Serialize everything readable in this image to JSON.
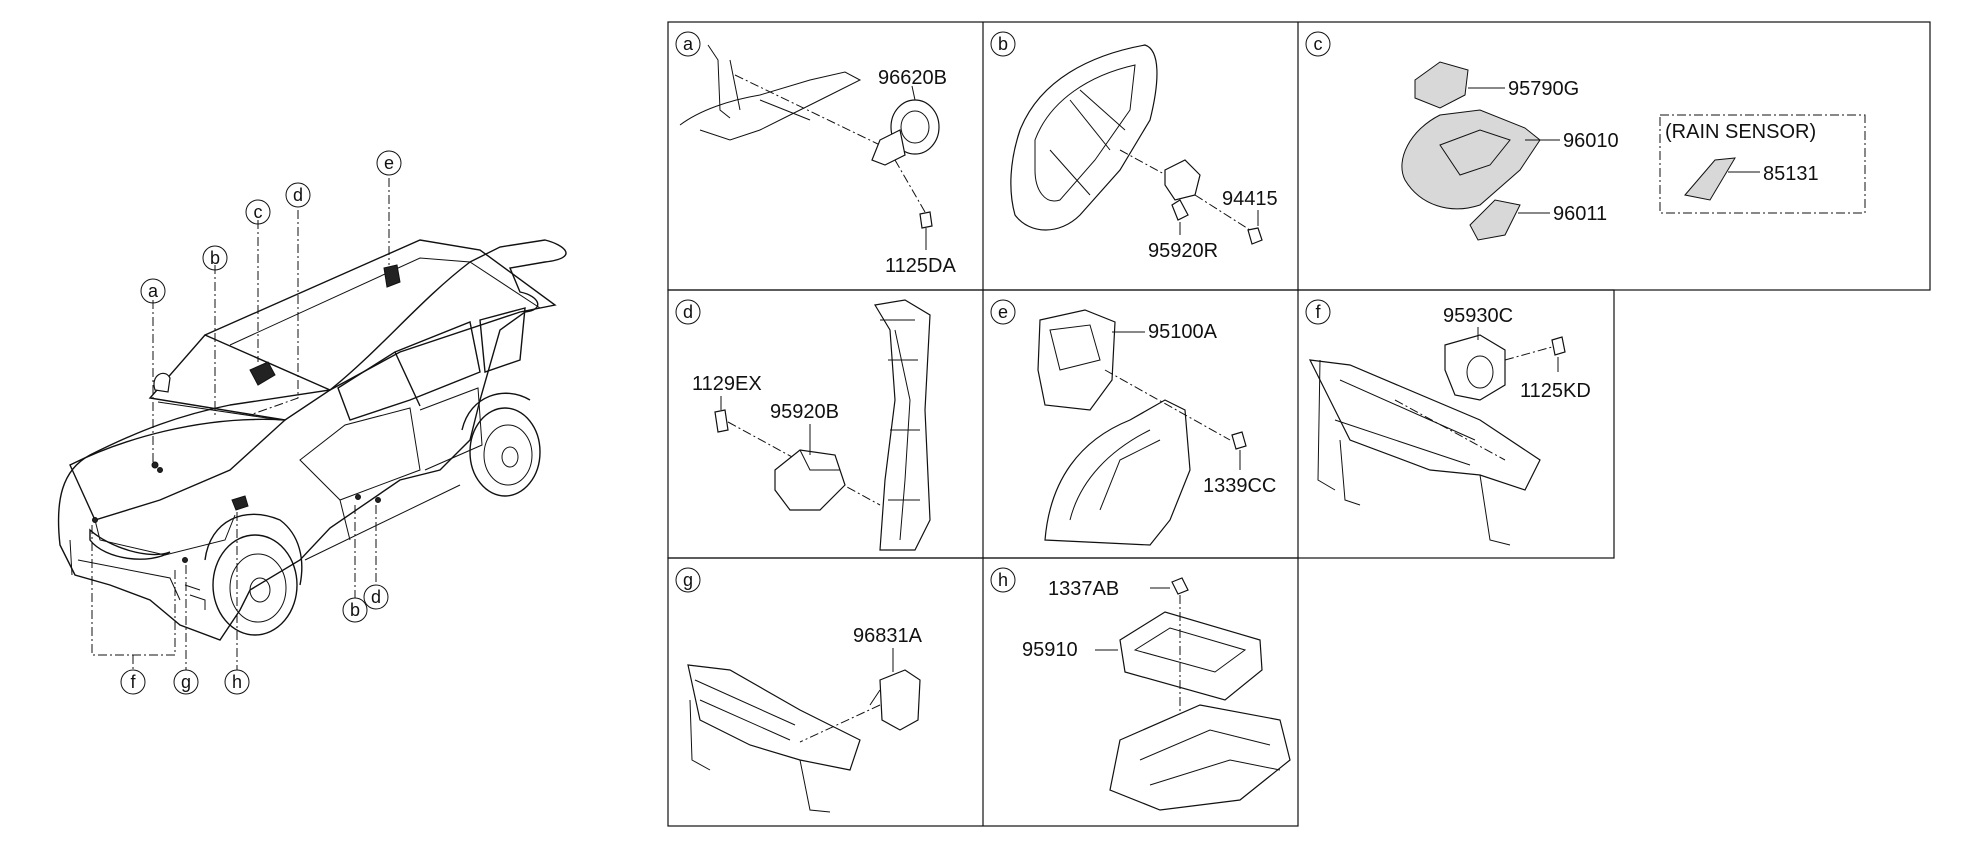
{
  "overview": {
    "callouts": [
      "a",
      "b",
      "c",
      "d",
      "e",
      "b",
      "d",
      "f",
      "g",
      "h"
    ]
  },
  "panels": {
    "a": {
      "letter": "a",
      "parts": [
        "96620B",
        "1125DA"
      ]
    },
    "b": {
      "letter": "b",
      "parts": [
        "94415",
        "95920R"
      ]
    },
    "c": {
      "letter": "c",
      "parts": [
        "95790G",
        "96010",
        "96011",
        "85131"
      ],
      "rain_sensor_label": "(RAIN SENSOR)"
    },
    "d": {
      "letter": "d",
      "parts": [
        "1129EX",
        "95920B"
      ]
    },
    "e": {
      "letter": "e",
      "parts": [
        "95100A",
        "1339CC"
      ]
    },
    "f": {
      "letter": "f",
      "parts": [
        "95930C",
        "1125KD"
      ]
    },
    "g": {
      "letter": "g",
      "parts": [
        "96831A"
      ]
    },
    "h": {
      "letter": "h",
      "parts": [
        "1337AB",
        "95910"
      ]
    }
  },
  "icons": [
    "circle-letter-callout-icon"
  ]
}
